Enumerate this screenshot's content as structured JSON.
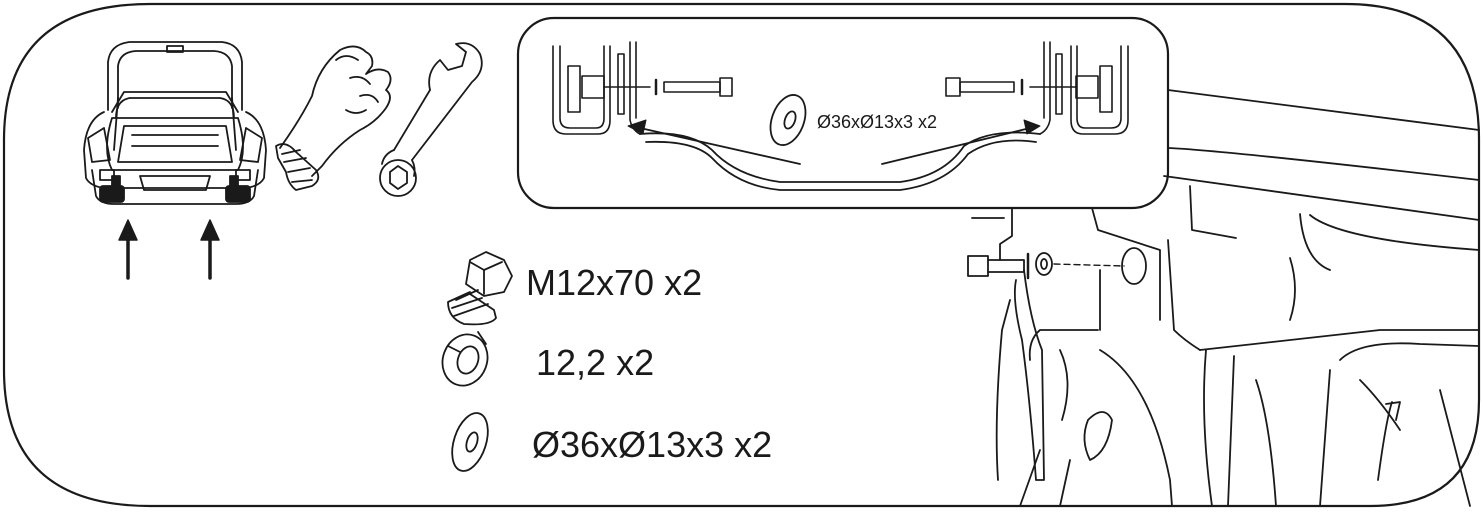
{
  "hardware": {
    "bolt_label": "M12x70 x2",
    "spring_washer_label": "12,2 x2",
    "flat_washer_label": "Ø36xØ13x3 x2"
  },
  "inset": {
    "washer_label": "Ø36xØ13x3 x2"
  },
  "icons": [
    "car-rear-icon",
    "glove-icon",
    "wrench-icon",
    "bolt-icon",
    "spring-washer-icon",
    "flat-washer-icon",
    "up-arrow-icon"
  ],
  "colors": {
    "line": "#1a1a1a",
    "background": "#ffffff"
  }
}
